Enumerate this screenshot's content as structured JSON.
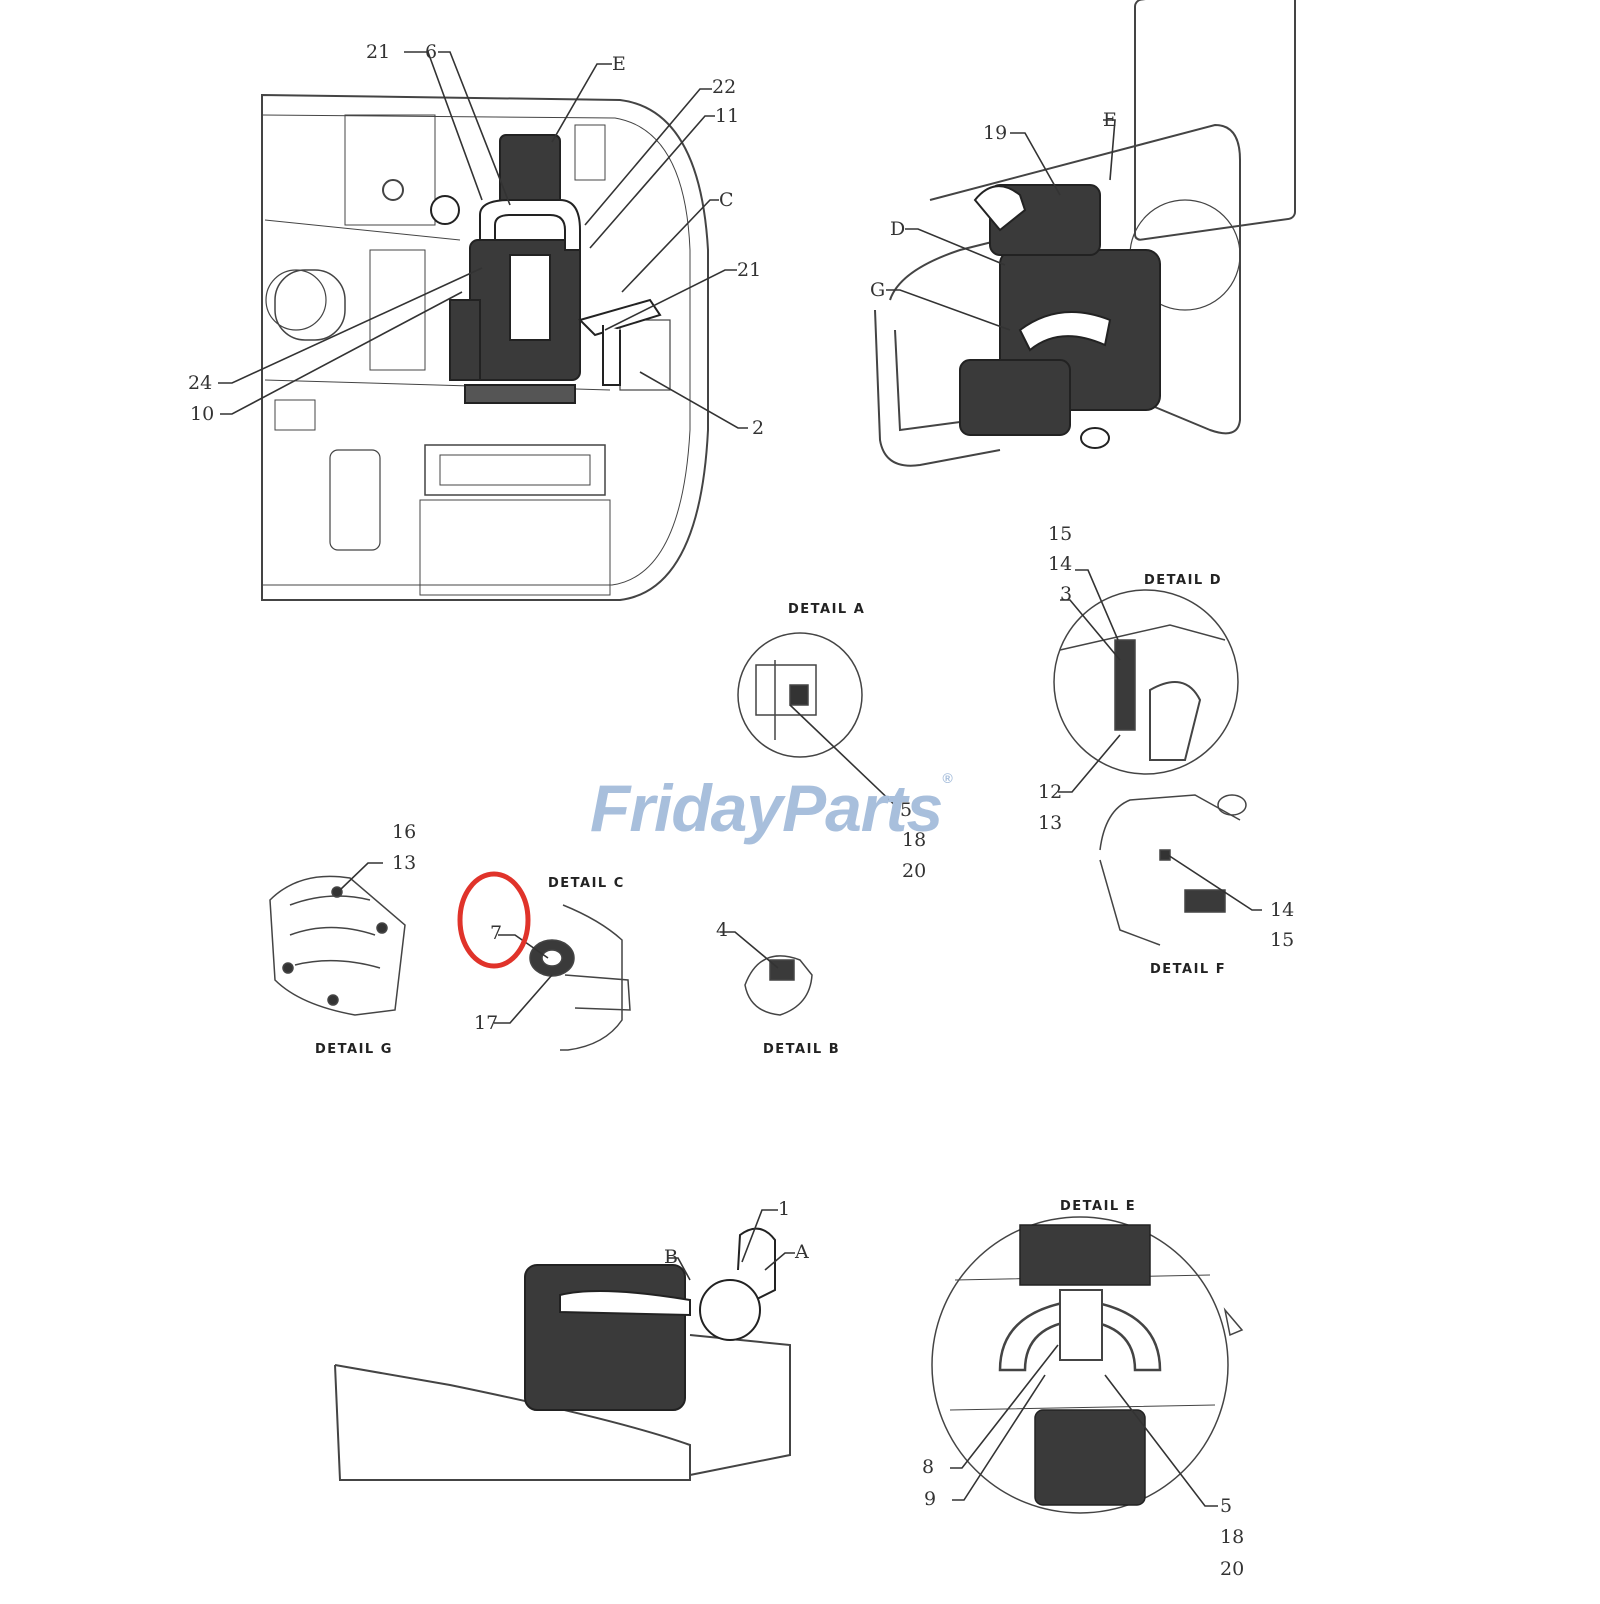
{
  "watermark": {
    "part1": "Friday",
    "part2": "Parts",
    "mark": "®"
  },
  "callouts": {
    "main_21a": "21",
    "main_6": "6",
    "main_E": "E",
    "main_22": "22",
    "main_11": "11",
    "main_C": "C",
    "main_21b": "21",
    "main_24": "24",
    "main_10": "10",
    "main_2": "2",
    "iso_19": "19",
    "iso_E": "E",
    "iso_D": "D",
    "iso_G": "G",
    "dA_5": "5",
    "dA_18": "18",
    "dA_20": "20",
    "dD_15": "15",
    "dD_14": "14",
    "dD_3": "3",
    "dD_12": "12",
    "dD_13": "13",
    "dF_14": "14",
    "dF_15": "15",
    "dG_16": "16",
    "dG_13": "13",
    "dC_7": "7",
    "dC_17": "17",
    "dB_4": "4",
    "side_1": "1",
    "side_B": "B",
    "side_A": "A",
    "dE_8": "8",
    "dE_9": "9",
    "dE_5": "5",
    "dE_18": "18",
    "dE_20": "20"
  },
  "details": {
    "a": "DETAIL A",
    "d": "DETAIL D",
    "c": "DETAIL C",
    "g": "DETAIL G",
    "b": "DETAIL B",
    "f": "DETAIL F",
    "e": "DETAIL E"
  },
  "highlight_color": "#e0332a"
}
